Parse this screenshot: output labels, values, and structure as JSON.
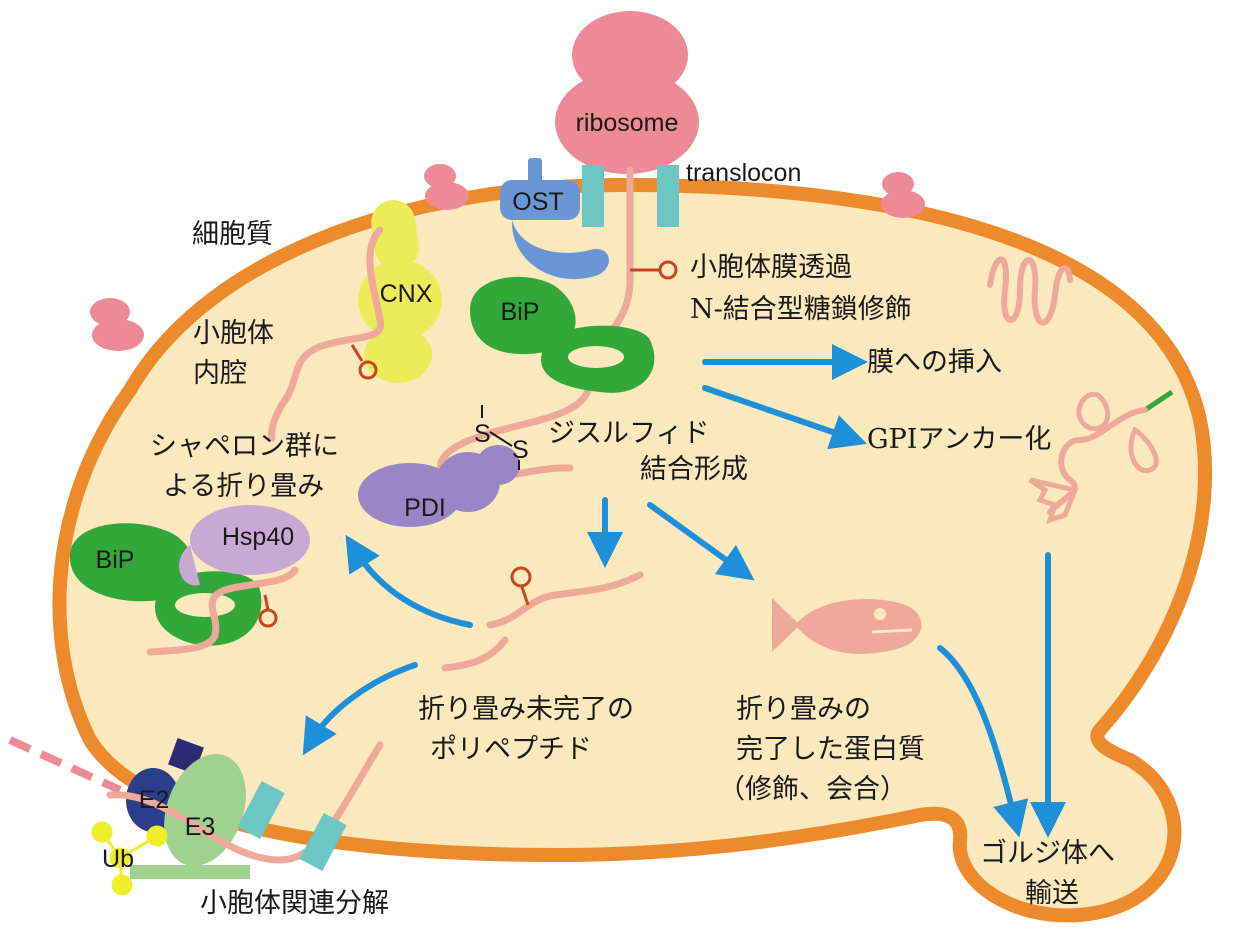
{
  "colors": {
    "cell_fill": "#fbe8bd",
    "membrane": "#ec8a2c",
    "ribosome": "#ec8b95",
    "chain": "#eea99a",
    "arrow": "#1d90d9",
    "bip": "#33a83a",
    "pdi": "#9a86c4",
    "hsp40": "#c8a9d4",
    "cnx": "#ecec5b",
    "ost": "#6a96d6",
    "translocon": "#6cc7c4",
    "e2": "#2b3e8b",
    "e3": "#9ed28e",
    "ub": "#eeee2a",
    "glycan": "#c8461f",
    "gpi_anchor": "#39a442",
    "fish": "#eea99a"
  },
  "labels": {
    "ribosome": "ribosome",
    "translocon": "translocon",
    "ost": "OST",
    "cnx": "CNX",
    "bip_top": "BiP",
    "bip_bottom": "BiP",
    "hsp40": "Hsp40",
    "pdi": "PDI",
    "e2": "E2",
    "e3": "E3",
    "ub": "Ub",
    "s1": "S",
    "s2": "S"
  },
  "text": {
    "cytoplasm": "細胞質",
    "lumen_1": "小胞体",
    "lumen_2": "内腔",
    "translocation_1": "小胞体膜透過",
    "translocation_2": "N-結合型糖鎖修飾",
    "membrane_insert": "膜への挿入",
    "gpi": "GPIアンカー化",
    "disulfide_1": "ジスルフィド",
    "disulfide_2": "結合形成",
    "chaperone_1": "シャペロン群に",
    "chaperone_2": "よる折り畳み",
    "unfolded_1": "折り畳み未完了の",
    "unfolded_2": "ポリペプチド",
    "folded_1": "折り畳みの",
    "folded_2": "完了した蛋白質",
    "folded_3": "（修飾、会合）",
    "erad": "小胞体関連分解",
    "golgi_1": "ゴルジ体へ",
    "golgi_2": "輸送"
  }
}
